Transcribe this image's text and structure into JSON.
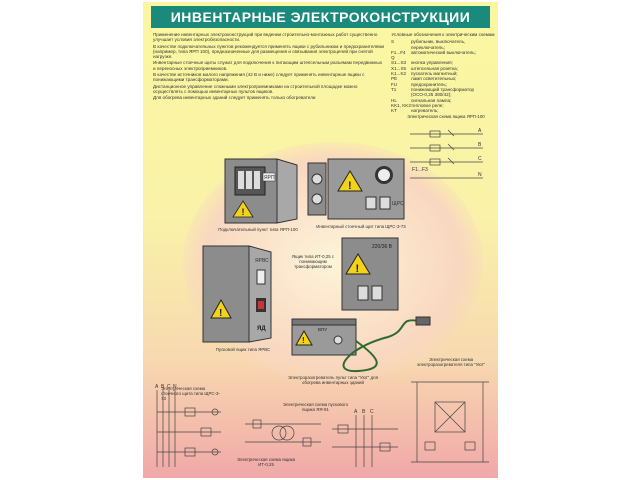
{
  "title": "ИНВЕНТАРНЫЕ ЭЛЕКТРОКОНСТРУКЦИИ",
  "intro_paragraphs": [
    "Применение инвентарных электроконструкций при ведении строительно-монтажных работ существенно улучшает условия электробезопасности.",
    "В качестве подключательных пунктов рекомендуется применять ящики с рубильником и предохранителями (например, типа ЯРП 100), предназначенные для размещения и связывания электроцепей при снятой нагрузке.",
    "Инвентарные стоечные щиты служат для подключения к питающим штепсельным разъемам передвижных и переносных электроприемников.",
    "В качестве источников малого напряжения (42 В и ниже) следует применять инвентарные ящики с понижающими трансформаторами.",
    "Дистанционное управление сложными электроприемниками на строительной площадке можно осуществлять с помощью инвентарных пультов ящиков.",
    "Для обогрева инвентарных зданий следует применять только обогреватели"
  ],
  "legend": {
    "title": "Условные обозначения к электрическим схемам",
    "items": [
      {
        "sym": "S",
        "text": "рубильник, выключатель, переключатель;"
      },
      {
        "sym": "F1...F4",
        "text": "автоматический выключатель;"
      },
      {
        "sym": "Q",
        "text": ""
      },
      {
        "sym": "S1...S3",
        "text": "кнопка управления;"
      },
      {
        "sym": "X1...X5",
        "text": "штепсельная розетка;"
      },
      {
        "sym": "K1...K2",
        "text": "пускатель магнитный;"
      },
      {
        "sym": "PE",
        "text": "ламп осветительных;"
      },
      {
        "sym": "FU",
        "text": "предохранитель;"
      },
      {
        "sym": "T1",
        "text": "понижающий трансформатор (ОСО-0,25 380/42);"
      },
      {
        "sym": "HL",
        "text": "сигнальная лампа;"
      },
      {
        "sym": "KK1, KK2",
        "text": "тепловое реле;"
      },
      {
        "sym": "KT",
        "text": "нагреватель;"
      }
    ]
  },
  "mini_diagram": {
    "title": "Электрическая схема ящика ЯРП-100",
    "phase_labels": [
      "A",
      "B",
      "C",
      "N"
    ],
    "fuse_labels": [
      "F1...F3"
    ]
  },
  "devices": {
    "yarp": {
      "caption": "Подключательный пункт типа ЯРП-100",
      "label": "ЯРП"
    },
    "shds": {
      "caption": "Инвентарный стоечный щит типа ЩРС-3-73",
      "label": "ЩРС"
    },
    "yapk": {
      "caption": "Пусковой ящик типа ЯРВС",
      "label_top": "ЯРВС",
      "label_bottom": "ЯД"
    },
    "ito": {
      "caption": "Ящик типа ИТ-0,25 с понижающим трансформатором",
      "label": "220/36 В"
    },
    "pult": {
      "caption": "Электроразогреватель пульт типа \"Уют\" для обогрева инвентарных зданий",
      "label": "ВПУ"
    }
  },
  "diagrams": {
    "d1": {
      "caption": "Электрическая схема стоечного щита типа ЩРС-3-73",
      "phase_labels": [
        "A",
        "B",
        "C",
        "N"
      ]
    },
    "d2": {
      "caption": "Электрическая схема пускового ящика ЯЯ-91",
      "phase_labels": [
        "A",
        "B",
        "C"
      ]
    },
    "d3": {
      "caption": "Электрическая схема ящика ИТ-0,25"
    },
    "d4": {
      "caption": "Электрическая схема электроразогревателя типа \"Уют\""
    }
  },
  "colors": {
    "title_bg": "#1a8a7c",
    "box_gray": "#8c8c8c",
    "warning_yellow": "#f2d21a",
    "cable_green": "#2e6b2e"
  }
}
